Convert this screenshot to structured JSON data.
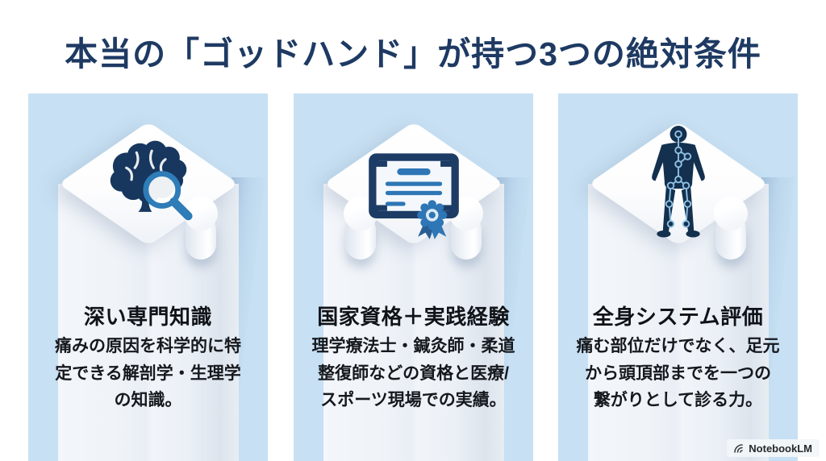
{
  "title": {
    "text": "本当の「ゴッドハンド」が持つ3つの絶対条件"
  },
  "cards": [
    {
      "icon": "brain-magnifier-icon",
      "heading": "深い専門知識",
      "body": "痛みの原因を科学的に特\n定できる解剖学・生理学\nの知識。"
    },
    {
      "icon": "certificate-icon",
      "heading": "国家資格＋実践経験",
      "body": "理学療法士・鍼灸師・柔道\n整復師などの資格と医療/\nスポーツ現場での実績。"
    },
    {
      "icon": "body-network-icon",
      "heading": "全身システム評価",
      "body": "痛む部位だけでなく、足元\nから頭頂部までを一つの\n繋がりとして診る力。"
    }
  ],
  "watermark": {
    "label": "NotebookLM"
  },
  "colors": {
    "title_navy": "#1e3a63",
    "icon_navy": "#17375e",
    "icon_blue": "#2e7cb8",
    "panel_blue": "#c7e0f3",
    "pillar_white": "#f1f4f9",
    "text_dark": "#15181d"
  }
}
